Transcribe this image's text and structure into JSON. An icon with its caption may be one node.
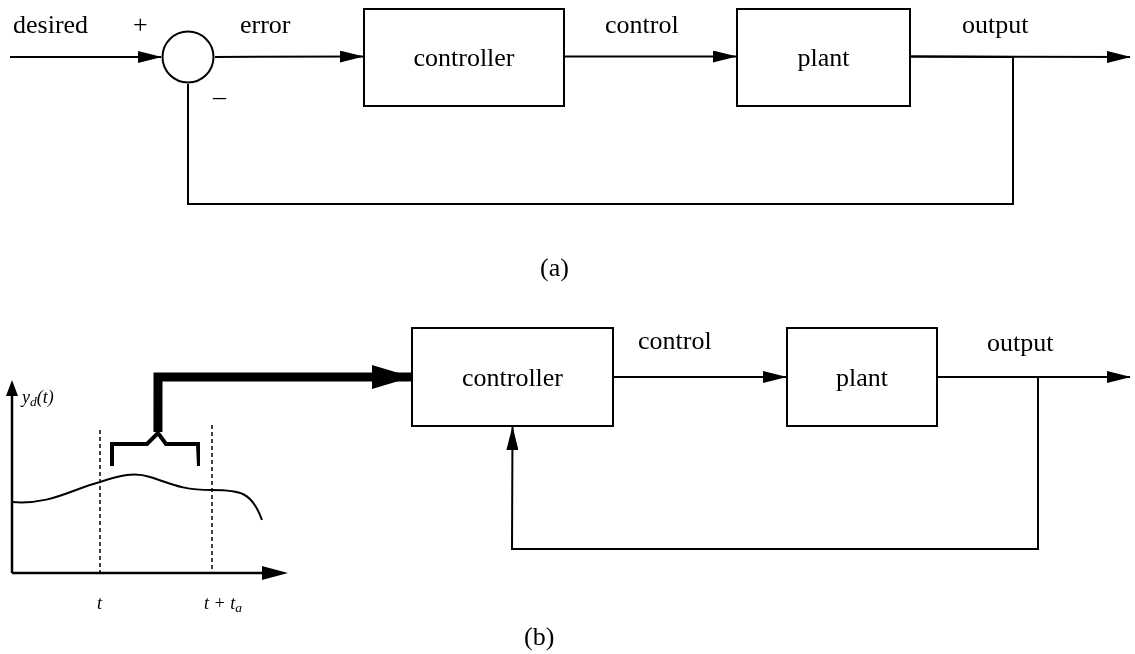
{
  "diagram": {
    "nodes": [
      {
        "text": [],
        "shape": "circle"
      },
      {
        "text": [
          "controller"
        ]
      },
      {
        "text": [
          "plant"
        ]
      },
      {
        "text": [],
        "shape": "bracket"
      },
      {
        "text": [
          "controller"
        ]
      },
      {
        "text": [
          "plant"
        ]
      }
    ],
    "edges": [
      {
        "from": null,
        "to": 0,
        "arrow": "to",
        "label": "desired"
      },
      {
        "from": 0,
        "to": 1,
        "arrow": "to",
        "label": "error"
      },
      {
        "from": 1,
        "to": 2,
        "arrow": "to",
        "label": "control"
      },
      {
        "from": 2,
        "to": null,
        "arrow": "to",
        "label": "output"
      },
      {
        "from": 2,
        "to": 0,
        "arrow": "none"
      },
      {
        "from": 3,
        "to": 4,
        "arrow": "to",
        "style": "thick"
      },
      {
        "from": 4,
        "to": 5,
        "arrow": "to",
        "label": "control"
      },
      {
        "from": 5,
        "to": null,
        "arrow": "to",
        "label": "output"
      },
      {
        "from": 5,
        "to": 4,
        "arrow": "to"
      }
    ],
    "labels": [
      "+",
      "–",
      "(a)",
      "y$_{d}$(t)",
      "t",
      "t + t$_{a}$",
      "(b)"
    ]
  }
}
